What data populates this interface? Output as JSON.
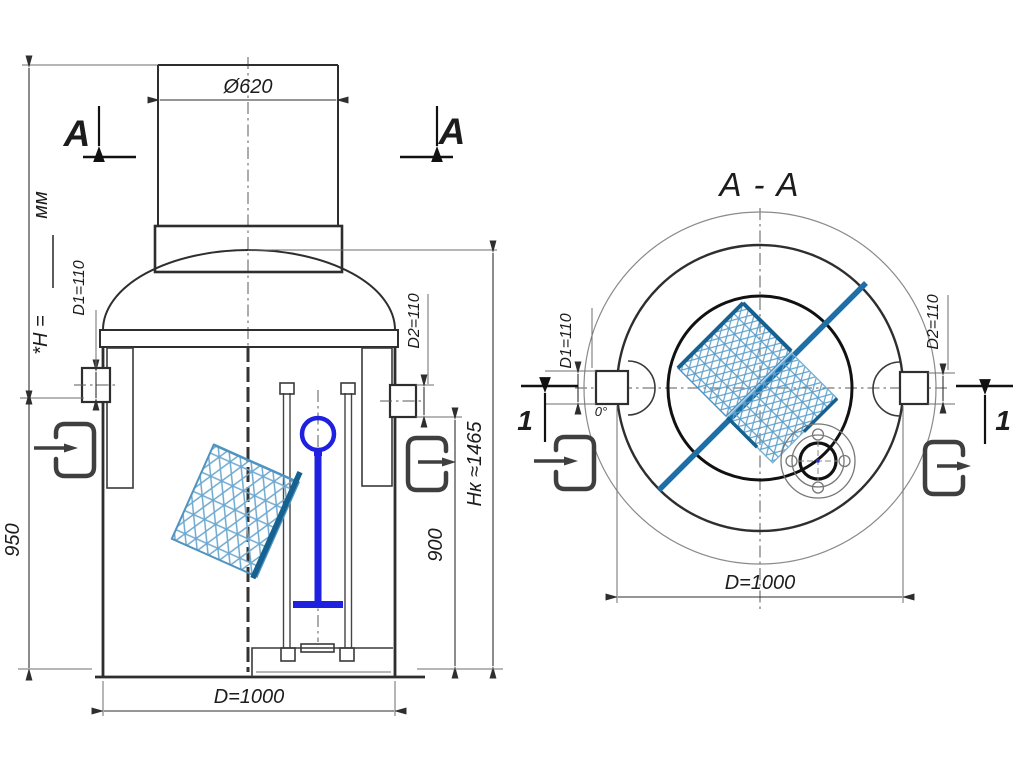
{
  "drawing": {
    "front": {
      "section_letter": "A",
      "neck_dia": "Ø620",
      "h_prefix": "*H =",
      "h_units": "мм",
      "d1": "D1=110",
      "d2": "D2=110",
      "left_height": "950",
      "inner_height": "900",
      "total_height": "Нк ≈1465",
      "base_dia": "D=1000"
    },
    "section": {
      "title": "A - A",
      "d1": "D1=110",
      "d2": "D2=110",
      "base_dia": "D=1000",
      "detail": "1",
      "angle": "0°"
    },
    "colors": {
      "float_blue": "#1e22e0",
      "mesh_light": "#7ab1d4",
      "mesh_mid": "#4f93c0",
      "mesh_edge": "#16618f",
      "diagonal_blue": "#1d6fa8",
      "line": "#2e2e2e",
      "symbol": "#3f3f3f"
    }
  }
}
